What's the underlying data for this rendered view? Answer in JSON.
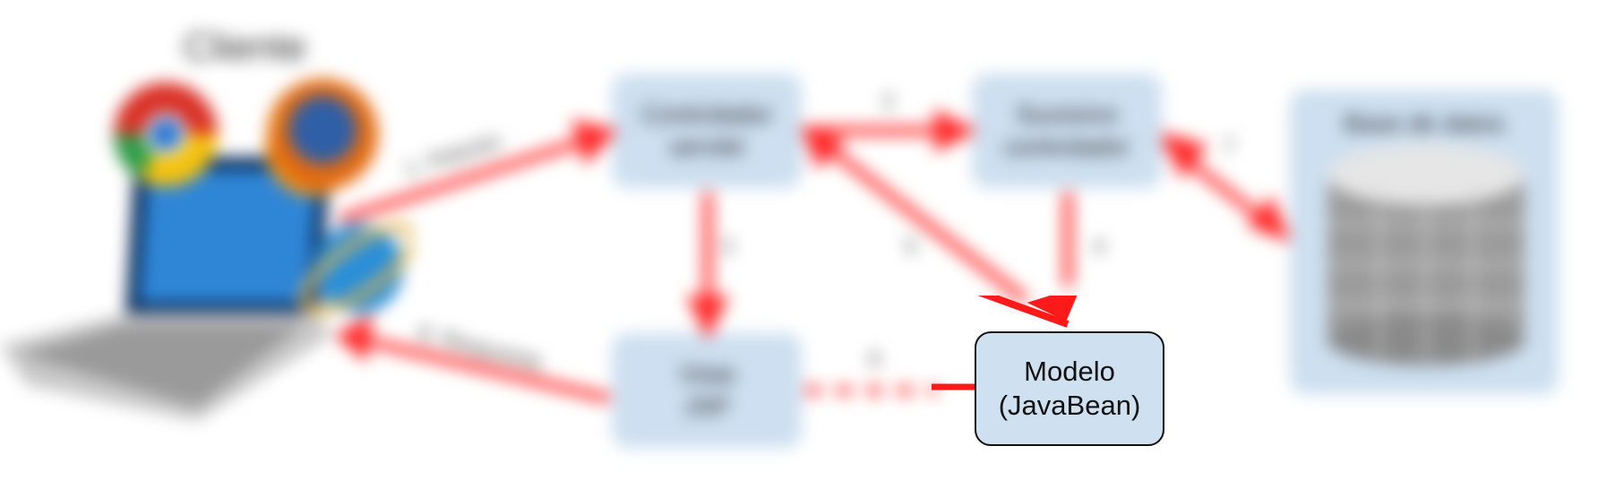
{
  "client": {
    "title": "Cliente"
  },
  "nodes": {
    "controlador": "Controlador\nservlet",
    "sucesivo": "Sucesivo\ncontrolador",
    "vista": "Vista\nJSP",
    "modelo": "Modelo\n(JavaBean)",
    "bd": "Base de datos"
  },
  "edges": {
    "peticion": "1. Petición",
    "e2": "2",
    "e3": "3",
    "e4": "4",
    "e5": "5",
    "e6": "6",
    "e7": "7",
    "respuesta": "8. Respuesta"
  },
  "colors": {
    "arrow": "#ff2a2a",
    "node_fill": "#cddff0",
    "node_border": "#111111"
  },
  "icons": [
    "laptop-icon",
    "chrome-icon",
    "firefox-icon",
    "internet-explorer-icon",
    "database-icon"
  ]
}
